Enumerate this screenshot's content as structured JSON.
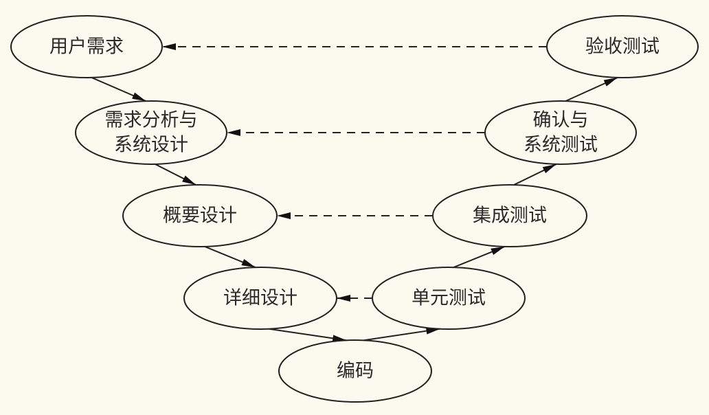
{
  "diagram": {
    "type": "V-model",
    "nodes": [
      {
        "id": "user-req",
        "lines": [
          "用户需求"
        ]
      },
      {
        "id": "req-analysis",
        "lines": [
          "需求分析与",
          "系统设计"
        ]
      },
      {
        "id": "high-level-design",
        "lines": [
          "概要设计"
        ]
      },
      {
        "id": "detailed-design",
        "lines": [
          "详细设计"
        ]
      },
      {
        "id": "coding",
        "lines": [
          "编码"
        ]
      },
      {
        "id": "unit-test",
        "lines": [
          "单元测试"
        ]
      },
      {
        "id": "integration-test",
        "lines": [
          "集成测试"
        ]
      },
      {
        "id": "system-test",
        "lines": [
          "确认与",
          "系统测试"
        ]
      },
      {
        "id": "acceptance-test",
        "lines": [
          "验收测试"
        ]
      }
    ],
    "edges": [
      {
        "from": "user-req",
        "to": "req-analysis",
        "style": "solid"
      },
      {
        "from": "req-analysis",
        "to": "high-level-design",
        "style": "solid"
      },
      {
        "from": "high-level-design",
        "to": "detailed-design",
        "style": "solid"
      },
      {
        "from": "detailed-design",
        "to": "coding",
        "style": "solid"
      },
      {
        "from": "coding",
        "to": "unit-test",
        "style": "solid"
      },
      {
        "from": "unit-test",
        "to": "integration-test",
        "style": "solid"
      },
      {
        "from": "integration-test",
        "to": "system-test",
        "style": "solid"
      },
      {
        "from": "system-test",
        "to": "acceptance-test",
        "style": "solid"
      },
      {
        "from": "acceptance-test",
        "to": "user-req",
        "style": "dashed"
      },
      {
        "from": "system-test",
        "to": "req-analysis",
        "style": "dashed"
      },
      {
        "from": "integration-test",
        "to": "high-level-design",
        "style": "dashed"
      },
      {
        "from": "unit-test",
        "to": "detailed-design",
        "style": "dashed"
      }
    ]
  }
}
